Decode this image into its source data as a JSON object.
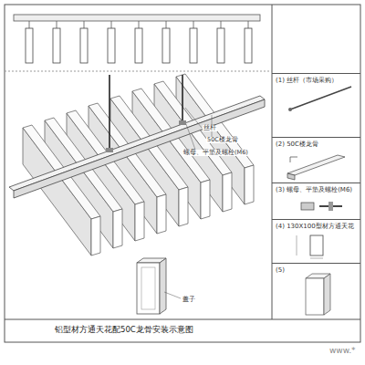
{
  "diagram": {
    "title": "铝型材方通天花配50C龙骨安装示意图",
    "nodes": [
      {
        "text": [
          "(1) 丝杆（市场采购）"
        ]
      },
      {
        "text": [
          "(2) 50C楼龙骨"
        ]
      },
      {
        "text": [
          "(3) 螺母、平垫及螺栓(M6)"
        ]
      },
      {
        "text": [
          "(4) 130X100型材方通天花"
        ]
      },
      {
        "text": [
          "(5)"
        ]
      }
    ],
    "labels": [
      "丝杆",
      "50C楼龙骨",
      "螺母、平垫及螺栓(M6)",
      "盖子",
      "www.*"
    ]
  }
}
